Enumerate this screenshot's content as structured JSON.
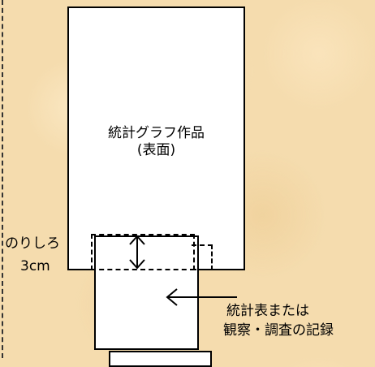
{
  "main_sheet": {
    "title_line1": "統計グラフ作品",
    "title_line2": "(表面)"
  },
  "glue_margin": {
    "label_line1": "のりしろ",
    "label_line2": "3cm"
  },
  "stats_sheet": {
    "label_line1": "統計表または",
    "label_line2": "観察・調査の記録"
  }
}
